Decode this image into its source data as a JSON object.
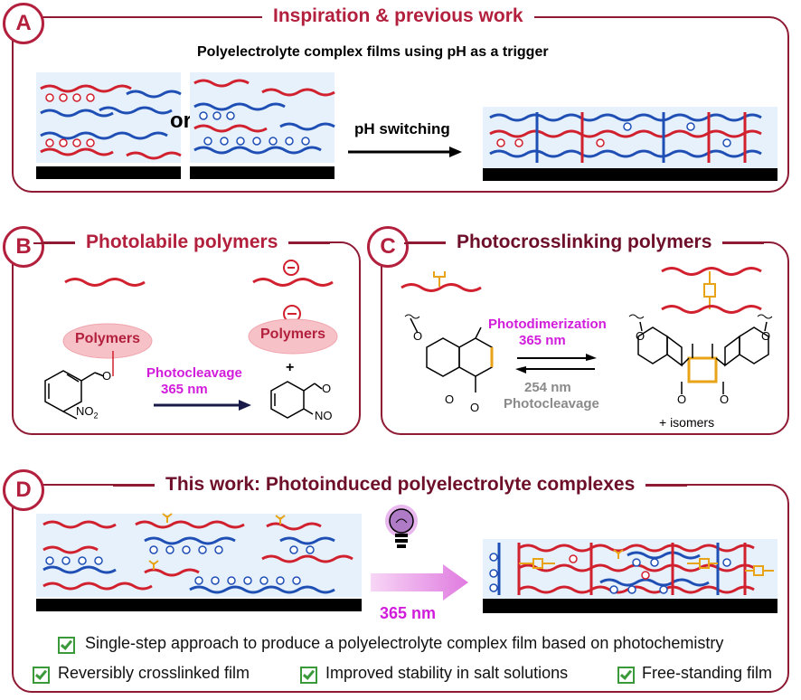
{
  "panelA": {
    "letter": "A",
    "title": "Inspiration & previous work",
    "subtitle": "Polyelectrolyte complex films using pH as a trigger",
    "or_label": "or",
    "arrow_label": "pH switching"
  },
  "panelB": {
    "letter": "B",
    "title": "Photolabile polymers",
    "polymer_label_left": "Polymers",
    "polymer_label_right": "Polymers",
    "no2_label": "NO",
    "no2_sub": "2",
    "no_label": "NO",
    "arrow_label_1": "Photocleavage",
    "arrow_label_2": "365 nm",
    "plus": "+",
    "minus": "−"
  },
  "panelC": {
    "letter": "C",
    "title": "Photocrosslinking polymers",
    "forward_label_1": "Photodimerization",
    "forward_label_2": "365 nm",
    "reverse_label_1": "254 nm",
    "reverse_label_2": "Photocleavage",
    "isomers": "+ isomers",
    "o": "O"
  },
  "panelD": {
    "letter": "D",
    "title": "This work: Photoinduced polyelectrolyte complexes",
    "arrow_label": "365 nm",
    "features": [
      "Single-step approach to produce a polyelectrolyte complex film based on photochemistry",
      "Reversibly crosslinked film",
      "Improved stability in salt solutions",
      "Free-standing film"
    ]
  },
  "colors": {
    "frame": "#8e1a33",
    "accent": "#b3203d",
    "anion_chain": "#d1202e",
    "cation_chain": "#1f4fb5",
    "crosslinker": "#e8a317",
    "magenta": "#d11ddb",
    "film_bg": "#e6f1fb",
    "substrate": "#000000"
  },
  "icons": [
    "bulb-icon",
    "check-icon",
    "arrow-icon"
  ]
}
